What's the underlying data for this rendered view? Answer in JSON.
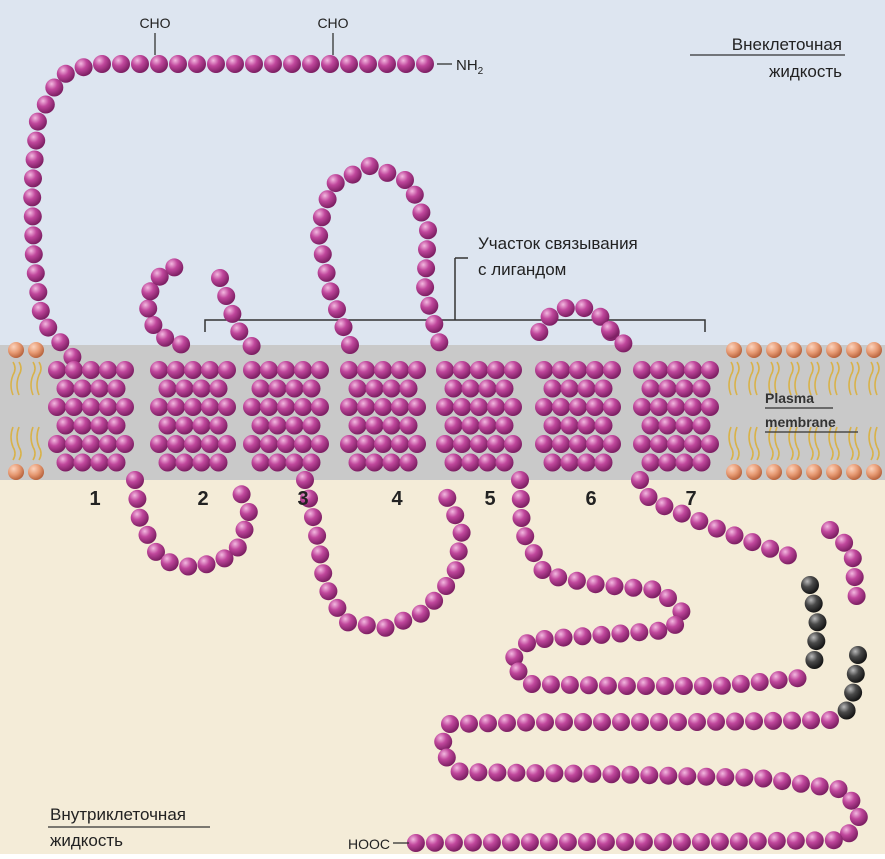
{
  "labels": {
    "extracellular_line1": "Внеклеточная",
    "extracellular_line2": "жидкость",
    "intracellular_line1": "Внутриклеточная",
    "intracellular_line2": "жидкость",
    "binding_line1": "Участок связывания",
    "binding_line2": "с лигандом",
    "membrane_line1": "Plasma",
    "membrane_line2": "membrane",
    "cho_1": "CHO",
    "cho_2": "CHO",
    "nh2": "NH",
    "nh2_sub": "2",
    "cooh": "HOOC"
  },
  "helix_numbers": [
    "1",
    "2",
    "3",
    "4",
    "5",
    "6",
    "7"
  ],
  "colors": {
    "extracellular": "#dde5f0",
    "intracellular": "#f4ecd8",
    "membrane": "#c9c9c9",
    "residue": "#c0479c",
    "residue_dark": "#3f3f3f",
    "lipid_head": "#e8a17a",
    "lipid_tail": "#d8b24a"
  }
}
